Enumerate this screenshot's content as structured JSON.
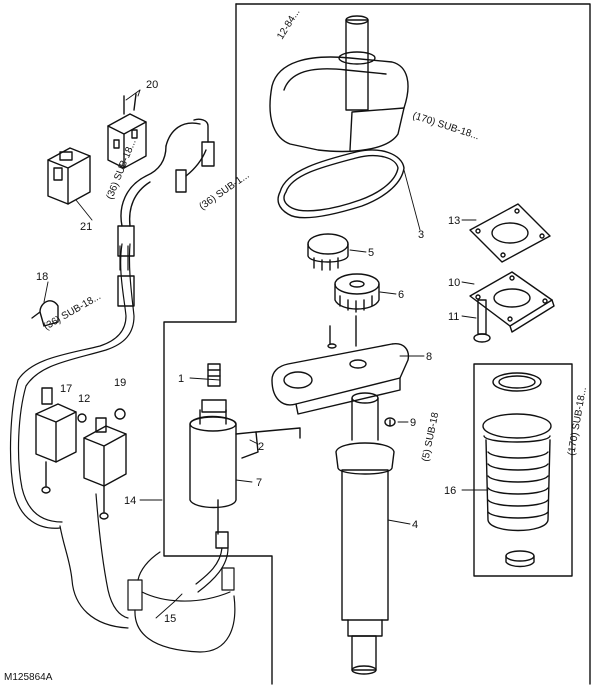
{
  "drawing": {
    "code": "M125864A",
    "callouts": {
      "c1": "1",
      "c2": "2",
      "c3": "3",
      "c4": "4",
      "c5": "5",
      "c6": "6",
      "c7": "7",
      "c8": "8",
      "c9": "9",
      "c10": "10",
      "c11": "11",
      "c12": "12",
      "c13": "13",
      "c14": "14",
      "c15": "15",
      "c16": "16",
      "c17": "17",
      "c18": "18",
      "c19": "19",
      "c20": "20",
      "c21": "21"
    },
    "refs": {
      "r_top": "12-84...",
      "r_shroud": "(170) SUB-18...",
      "r_mid": "(36) SUB-1...",
      "r_left": "(36) SUB-18...",
      "r_far_left": "(36) SUB-18...",
      "r_right": "(170) SUB-18...",
      "r_bolt": "(5) SUB-18"
    }
  }
}
